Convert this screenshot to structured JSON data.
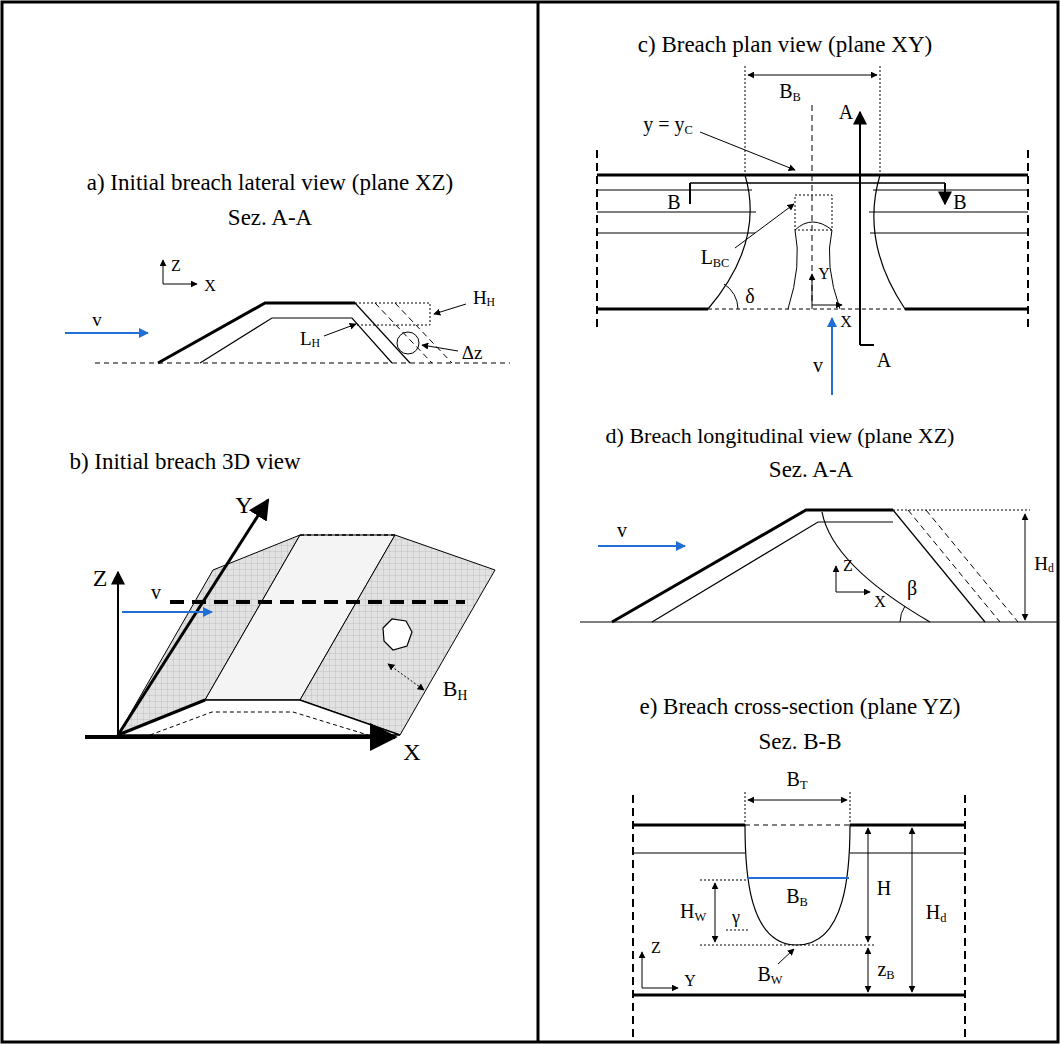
{
  "diagram": {
    "labels": [
      "a) Initial breach lateral view (plane XZ)",
      "Sez. A-A",
      "Z",
      "X",
      "v",
      "HH",
      "LH",
      "Δz",
      "b) Initial breach 3D view",
      "Z",
      "Y",
      "v",
      "BH",
      "X",
      "c) Breach plan view (plane XY)",
      "BB",
      "A",
      "y = yC",
      "B",
      "B",
      "LBC",
      "Y",
      "δ",
      "X",
      "v",
      "A",
      "d) Breach longitudinal view (plane XZ)",
      "Sez. A-A",
      "v",
      "Z",
      "X",
      "β",
      "Hd",
      "e) Breach cross-section (plane YZ)",
      "Sez. B-B",
      "BT",
      "BB",
      "H",
      "Hd",
      "HW",
      "γ",
      "Z",
      "Y",
      "BW",
      "zB"
    ]
  }
}
